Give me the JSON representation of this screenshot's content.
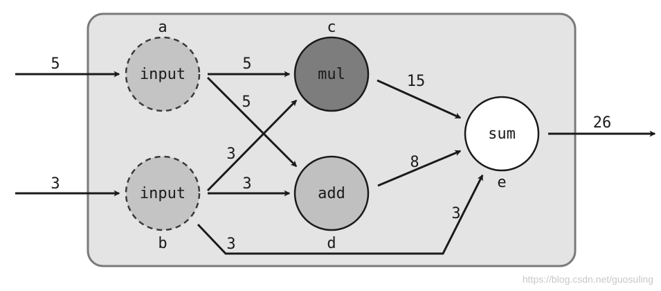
{
  "graph": {
    "nodes": {
      "a": {
        "label": "input",
        "letter": "a"
      },
      "b": {
        "label": "input",
        "letter": "b"
      },
      "c": {
        "label": "mul",
        "letter": "c"
      },
      "d": {
        "label": "add",
        "letter": "d"
      },
      "e": {
        "label": "sum",
        "letter": "e"
      }
    },
    "edges": {
      "in_a": "5",
      "in_b": "3",
      "a_c": "5",
      "a_d": "5",
      "b_c": "3",
      "b_d": "3",
      "b_e": "3",
      "b_e_upper": "3",
      "c_e": "15",
      "d_e": "8",
      "out": "26"
    }
  },
  "colors": {
    "panel_fill": "#e4e4e4",
    "panel_stroke": "#7a7a7a",
    "input_fill": "#c4c4c4",
    "mul_fill": "#7d7d7d",
    "add_fill": "#c0c0c0",
    "sum_fill": "#ffffff",
    "stroke": "#1a1a1a"
  },
  "watermark": "https://blog.csdn.net/guosuling"
}
